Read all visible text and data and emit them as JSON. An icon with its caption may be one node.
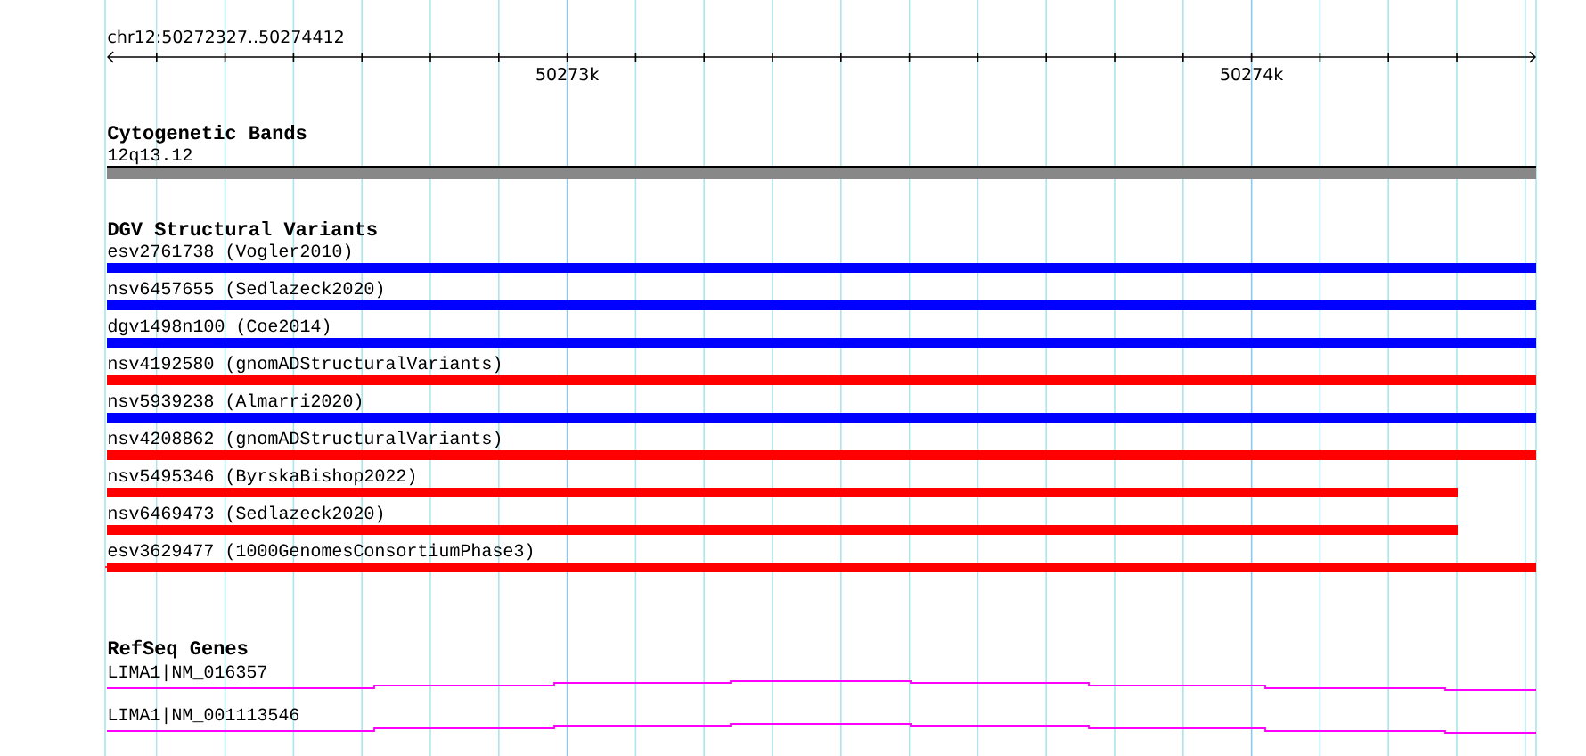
{
  "diagram": {
    "nodes": [
      {
        "text": [
          "12q13.12"
        ]
      },
      {
        "text": [
          "esv2761738 (Vogler2010)"
        ]
      },
      {
        "text": [
          "nsv6457655 (Sedlazeck2020)"
        ]
      },
      {
        "text": [
          "dgv1498n100 (Coe2014)"
        ]
      },
      {
        "text": [
          "nsv4192580 (gnomADStructuralVariants)"
        ]
      },
      {
        "text": [
          "nsv5939238 (Almarri2020)"
        ]
      },
      {
        "text": [
          "nsv4208862 (gnomADStructuralVariants)"
        ]
      },
      {
        "text": [
          "nsv5495346 (ByrskaBishop2022)"
        ]
      },
      {
        "text": [
          "nsv6469473 (Sedlazeck2020)"
        ]
      },
      {
        "text": [
          "esv3629477 (1000GenomesConsortiumPhase3)"
        ]
      },
      {
        "text": [
          "LIMA1|NM_016357"
        ]
      },
      {
        "text": [
          "LIMA1|NM_001113546"
        ]
      }
    ],
    "labels": [
      "chr12:50272327..50274412",
      "50273k",
      "50274k",
      "Cytogenetic Bands",
      "DGV Structural Variants",
      "RefSeq Genes"
    ]
  }
}
